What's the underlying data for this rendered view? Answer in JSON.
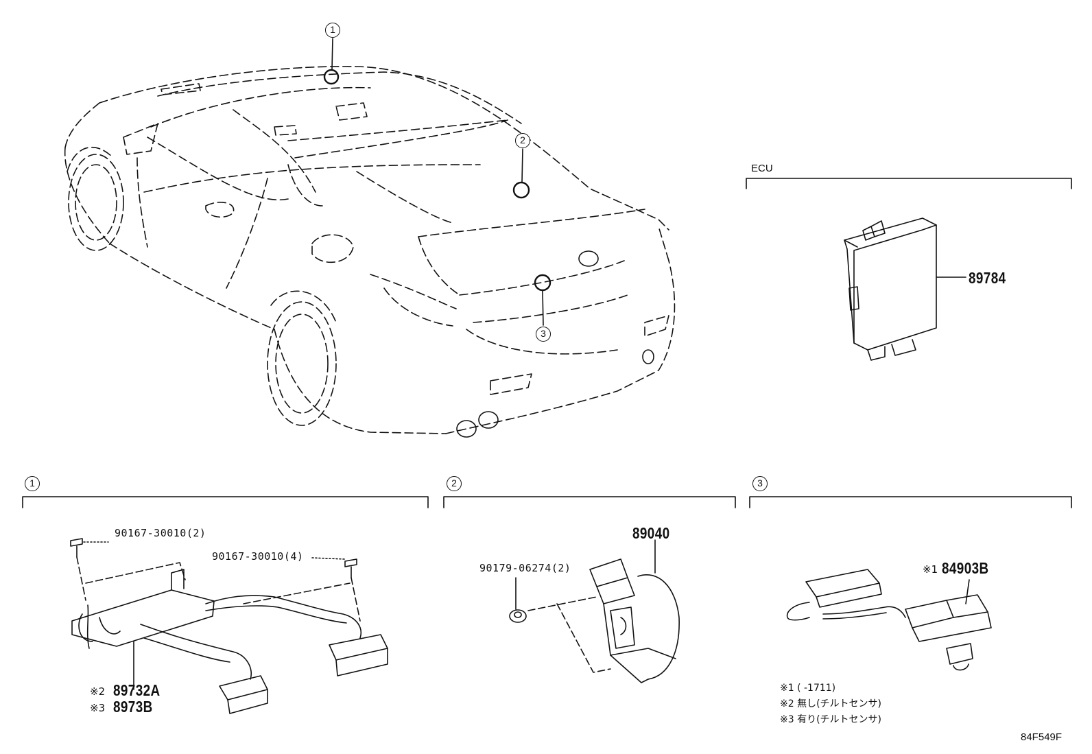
{
  "callouts": [
    "1",
    "2",
    "3"
  ],
  "sections": {
    "ecu": {
      "label": "ECU",
      "part": "89784"
    },
    "s1": {
      "id": "1",
      "screw_a": "90167-30010(2)",
      "screw_b": "90167-30010(4)",
      "part_a_mark": "※2",
      "part_a": "89732A",
      "part_b_mark": "※3",
      "part_b": "8973B"
    },
    "s2": {
      "id": "2",
      "part": "89040",
      "nut": "90179-06274(2)"
    },
    "s3": {
      "id": "3",
      "part_mark": "※1",
      "part": "84903B",
      "notes": [
        "※1 (      -1711)",
        "※2 無し(チルトセンサ)",
        "※3 有り(チルトセンサ)"
      ]
    }
  },
  "drawing_code": "84F549F",
  "icons": [
    "car-body-icon",
    "ecu-module-icon",
    "wire-harness-icon",
    "tilt-sensor-icon",
    "camera-harness-icon",
    "screw-icon",
    "nut-icon"
  ]
}
